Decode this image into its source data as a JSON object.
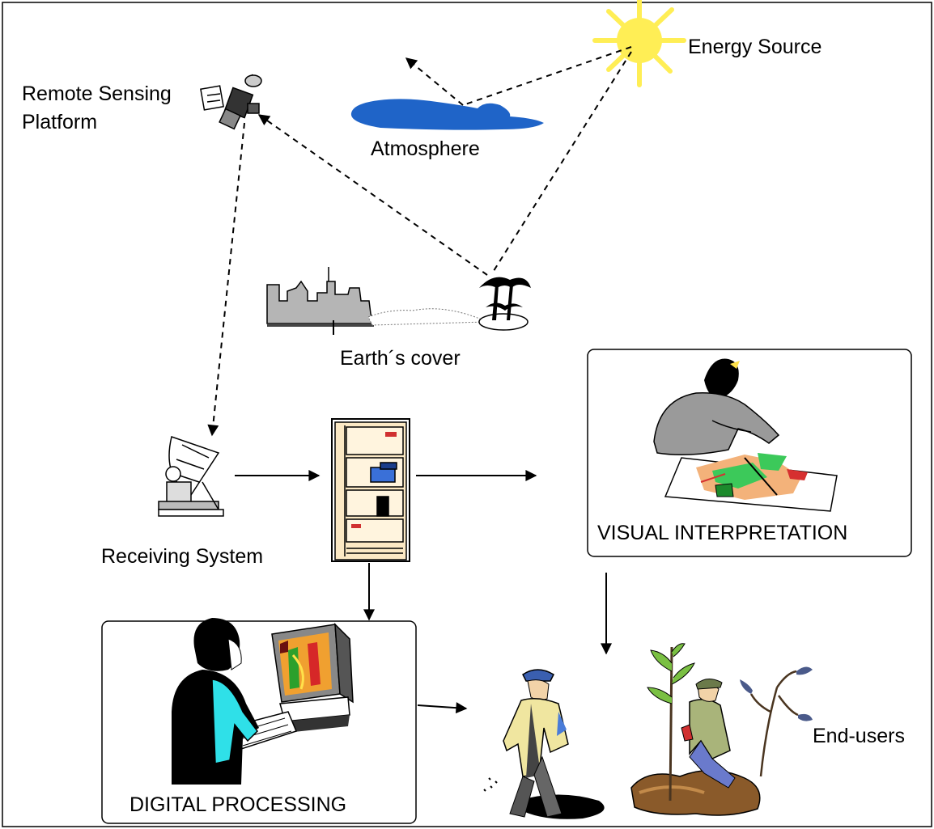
{
  "labels": {
    "energy_source": "Energy Source",
    "platform_line1": "Remote Sensing",
    "platform_line2": "Platform",
    "atmosphere": "Atmosphere",
    "earth_cover": "Earth´s cover",
    "receiving_system": "Receiving System",
    "visual_interpretation": "VISUAL INTERPRETATION",
    "digital_processing": "DIGITAL  PROCESSING",
    "end_users": "End-users"
  },
  "icons": {
    "sun": "sun-icon",
    "satellite": "satellite-icon",
    "cloud": "cloud-icon",
    "city": "city-skyline-icon",
    "palm": "palm-island-icon",
    "dish": "satellite-dish-icon",
    "server": "computer-rack-icon",
    "interpreter": "map-interpreter-icon",
    "analyst": "computer-operator-icon",
    "farmer": "farmer-sowing-icon",
    "planter": "tree-planter-icon"
  },
  "colors": {
    "sun": "#ffee55",
    "atmosphere": "#1f64c8",
    "rack": "#fbe8c4",
    "arrow": "#000000"
  }
}
